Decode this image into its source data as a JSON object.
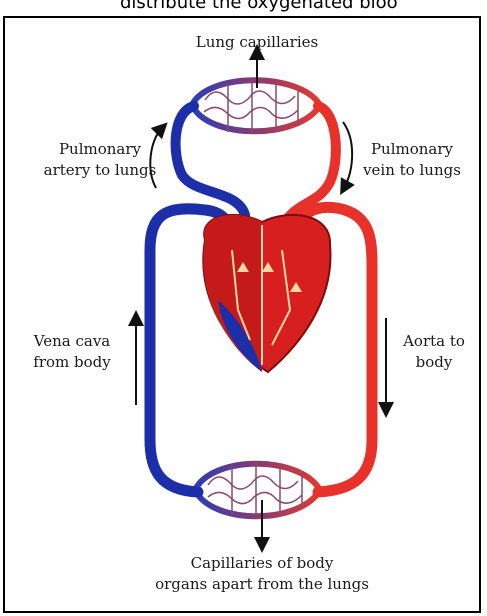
{
  "caption_fragment": "distribute the oxygenated bloo",
  "labels": {
    "lung_capillaries": "Lung capillaries",
    "pulmonary_artery_1": "Pulmonary",
    "pulmonary_artery_2": "artery to lungs",
    "pulmonary_vein_1": "Pulmonary",
    "pulmonary_vein_2": "vein to lungs",
    "vena_cava_1": "Vena cava",
    "vena_cava_2": "from body",
    "aorta_1": "Aorta to",
    "aorta_2": "body",
    "body_capillaries_1": "Capillaries of body",
    "body_capillaries_2": "organs apart from the lungs"
  },
  "colors": {
    "oxygenated": "#e8312a",
    "deoxygenated": "#1d2fa8",
    "heart_dark": "#b51717"
  }
}
